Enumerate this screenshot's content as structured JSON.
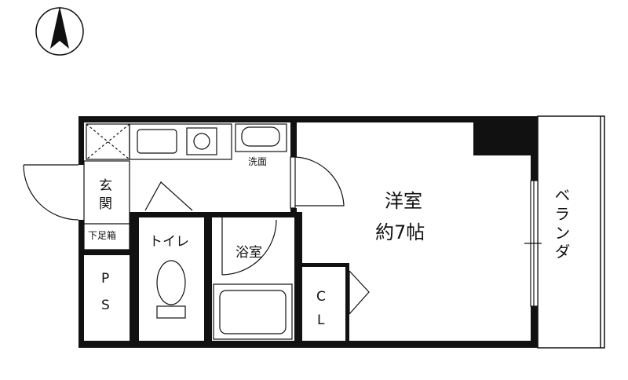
{
  "plan": {
    "rooms": {
      "western_room": {
        "name": "洋室",
        "size": "約7帖"
      },
      "veranda": "ベランダ",
      "washroom": "洗面",
      "entrance": [
        "玄",
        "関"
      ],
      "shoe_box": "下足箱",
      "toilet": "トイレ",
      "bathroom": "浴室",
      "pipe_space": [
        "P",
        "S"
      ],
      "closet": [
        "C",
        "L"
      ]
    }
  }
}
